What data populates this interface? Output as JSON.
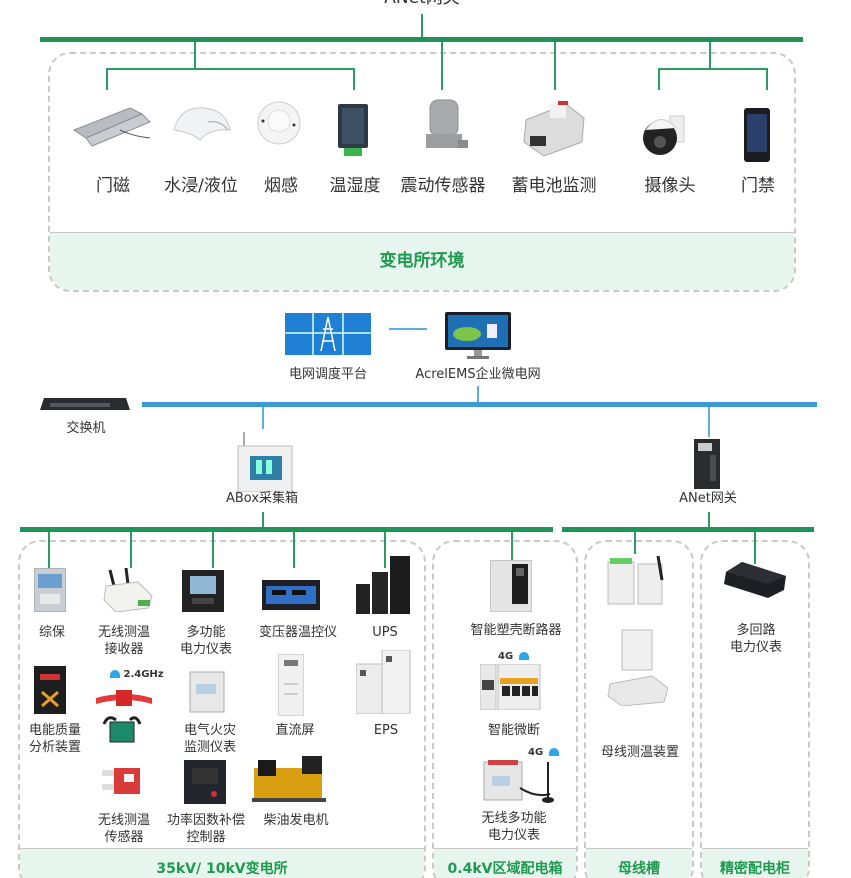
{
  "top_gateway": {
    "label": "ANet网关"
  },
  "environment": {
    "title": "变电所环境",
    "devices": [
      {
        "label": "门磁",
        "icon": "door-magnet-icon"
      },
      {
        "label": "水浸/液位",
        "icon": "water-leak-sensor-icon"
      },
      {
        "label": "烟感",
        "icon": "smoke-detector-icon"
      },
      {
        "label": "温湿度",
        "icon": "temp-humidity-sensor-icon"
      },
      {
        "label": "震动传感器",
        "icon": "vibration-sensor-icon"
      },
      {
        "label": "蓄电池监测",
        "icon": "battery-monitor-icon"
      },
      {
        "label": "摄像头",
        "icon": "camera-icon"
      },
      {
        "label": "门禁",
        "icon": "access-control-icon"
      }
    ]
  },
  "platforms": {
    "grid_dispatch": {
      "label": "电网调度平台",
      "icon": "grid-dispatch-screen-icon"
    },
    "ems": {
      "label": "AcrelEMS企业微电网",
      "icon": "monitor-icon"
    }
  },
  "switch": {
    "label": "交换机",
    "icon": "network-switch-icon"
  },
  "abox": {
    "label": "ABox采集箱",
    "icon": "abox-collector-icon"
  },
  "anet": {
    "label": "ANet网关",
    "icon": "anet-gateway-icon"
  },
  "zones": [
    {
      "title": "35kV/ 10kV变电所",
      "devices": [
        {
          "label": "综保",
          "icon": "protection-relay-icon"
        },
        {
          "label": "无线测温\n接收器",
          "line1": "无线测温",
          "line2": "接收器",
          "icon": "wireless-receiver-icon"
        },
        {
          "label": "多功能\n电力仪表",
          "line1": "多功能",
          "line2": "电力仪表",
          "icon": "power-meter-icon"
        },
        {
          "label": "变压器温控仪",
          "icon": "transformer-temp-controller-icon"
        },
        {
          "label": "UPS",
          "icon": "ups-icon"
        },
        {
          "label": "电能质量\n分析装置",
          "line1": "电能质量",
          "line2": "分析装置",
          "icon": "power-quality-analyzer-icon"
        },
        {
          "label": "2.4GHz",
          "icon": "wireless-temp-sensor-icon",
          "tag": "2.4GHz"
        },
        {
          "label": "电气火灾\n监测仪表",
          "line1": "电气火灾",
          "line2": "监测仪表",
          "icon": "fire-monitor-icon"
        },
        {
          "label": "直流屏",
          "icon": "dc-panel-icon"
        },
        {
          "label": "EPS",
          "icon": "eps-icon"
        },
        {
          "label": "无线测温\n传感器",
          "line1": "无线测温",
          "line2": "传感器",
          "icon": "temp-sensor-icon"
        },
        {
          "label": "功率因数补偿\n控制器",
          "line1": "功率因数补偿",
          "line2": "控制器",
          "icon": "pf-controller-icon"
        },
        {
          "label": "柴油发电机",
          "icon": "diesel-generator-icon"
        }
      ]
    },
    {
      "title": "0.4kV区域配电箱",
      "devices": [
        {
          "label": "智能塑壳断路器",
          "icon": "mccb-icon"
        },
        {
          "label": "智能微断",
          "icon": "mcb-icon",
          "tag": "4G"
        },
        {
          "label": "无线多功能\n电力仪表",
          "line1": "无线多功能",
          "line2": "电力仪表",
          "icon": "wireless-meter-icon",
          "tag": "4G"
        }
      ]
    },
    {
      "title": "母线槽",
      "devices": [
        {
          "label": "母线测温装置",
          "icon": "busbar-temp-device-icon"
        }
      ]
    },
    {
      "title": "精密配电柜",
      "devices": [
        {
          "label": "多回路\n电力仪表",
          "line1": "多回路",
          "line2": "电力仪表",
          "icon": "multi-circuit-meter-icon"
        }
      ]
    }
  ],
  "colors": {
    "green": "#1f9457",
    "blue": "#3d9ad6",
    "foot_bg": "#e6f5ee",
    "foot_text": "#1f9a4e"
  }
}
